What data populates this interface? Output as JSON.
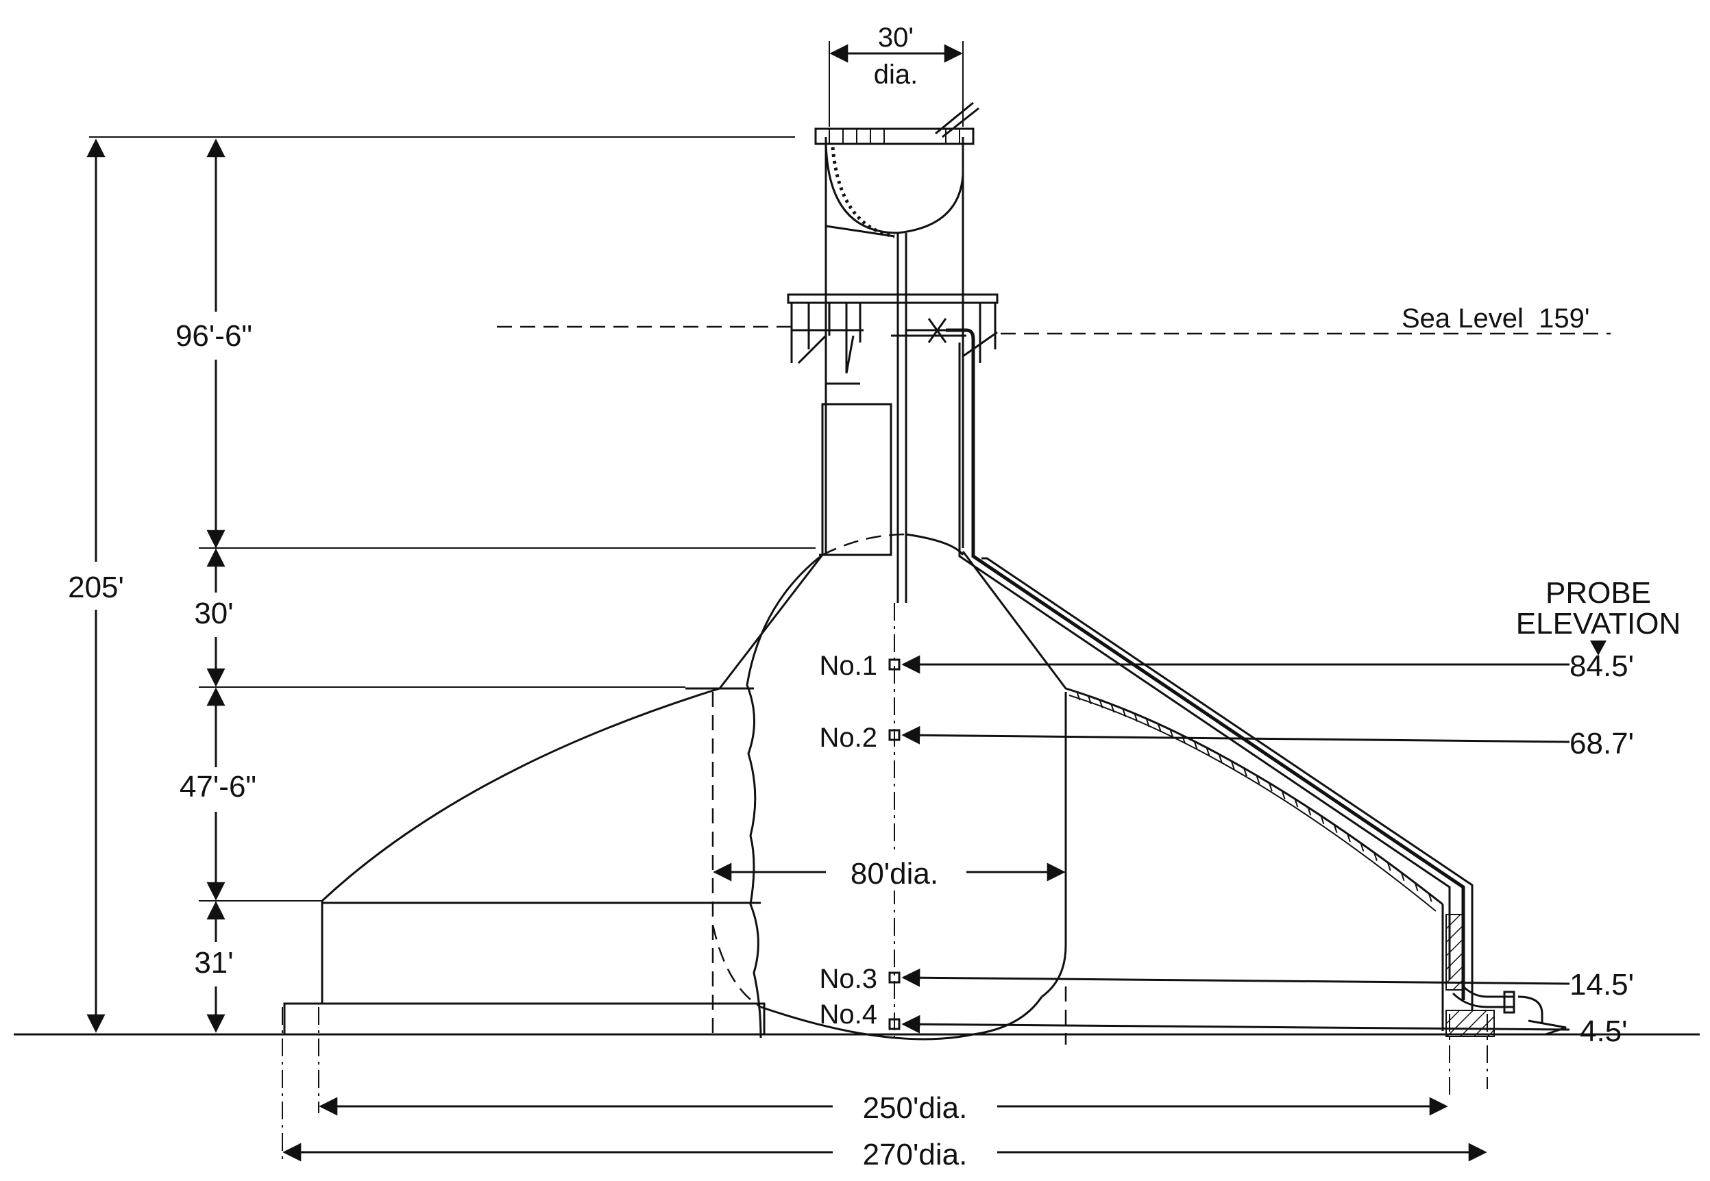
{
  "diagram": {
    "dimensions": {
      "top_diameter": "30'",
      "top_diameter_unit": "dia.",
      "total_height": "205'",
      "tower_height": "96'-6\"",
      "cone_height": "30'",
      "dome_height": "47'-6\"",
      "cylinder_height": "31'",
      "inner_diameter": "80'dia.",
      "base_diameter_250": "250'dia.",
      "base_diameter_270": "270'dia."
    },
    "sea_level": "Sea Level  159'",
    "probe_header": [
      "PROBE",
      "ELEVATION"
    ],
    "probes": [
      {
        "label": "No.1",
        "elevation": "84.5'"
      },
      {
        "label": "No.2",
        "elevation": "68.7'"
      },
      {
        "label": "No.3",
        "elevation": "14.5'"
      },
      {
        "label": "No.4",
        "elevation": "4.5'"
      }
    ]
  }
}
